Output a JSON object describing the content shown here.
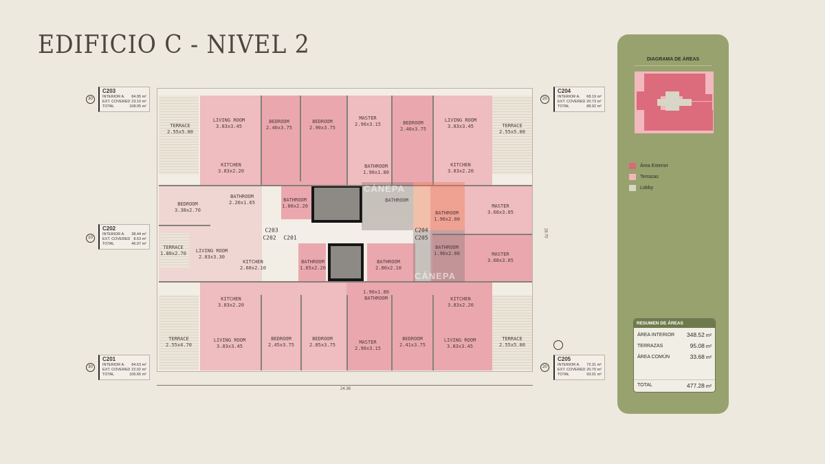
{
  "title": "EDIFICIO C - NIVEL 2",
  "rooms": [
    {
      "name": "TERRACE",
      "dim": "2.55x5.00"
    },
    {
      "name": "LIVING ROOM",
      "dim": "3.83x3.45"
    },
    {
      "name": "KITCHEN",
      "dim": "3.83x2.20"
    },
    {
      "name": "BEDROOM",
      "dim": "2.40x3.75"
    },
    {
      "name": "BEDROOM",
      "dim": "2.90x3.75"
    },
    {
      "name": "MASTER",
      "dim": "2.90x3.15"
    },
    {
      "name": "BATHROOM",
      "dim": "1.90x1.80"
    },
    {
      "name": "BEDROOM",
      "dim": "2.40x3.75"
    },
    {
      "name": "LIVING ROOM",
      "dim": "3.83x3.45"
    },
    {
      "name": "KITCHEN",
      "dim": "3.83x2.20"
    },
    {
      "name": "TERRACE",
      "dim": "2.55x5.00"
    },
    {
      "name": "BEDROOM",
      "dim": "3.38x2.70"
    },
    {
      "name": "BATHROOM",
      "dim": "2.20x1.65"
    },
    {
      "name": "TERRACE",
      "dim": "1.80x2.70"
    },
    {
      "name": "LIVING ROOM",
      "dim": "2.83x3.30"
    },
    {
      "name": "KITCHEN",
      "dim": "2.60x2.10"
    },
    {
      "name": "BATHROOM",
      "dim": "1.80x2.20"
    },
    {
      "name": "BATHROOM",
      "dim": ""
    },
    {
      "name": "BATHROOM",
      "dim": "1.90x2.00"
    },
    {
      "name": "BATHROOM",
      "dim": "1.90x2.00"
    },
    {
      "name": "MASTER",
      "dim": "3.68x3.05"
    },
    {
      "name": "MASTER",
      "dim": "3.68x3.05"
    },
    {
      "name": "BATHROOM",
      "dim": "1.65x2.20"
    },
    {
      "name": "BATHROOM",
      "dim": "2.80x2.10"
    },
    {
      "name": "BATHROOM",
      "dim": "1.90x1.80"
    },
    {
      "name": "KITCHEN",
      "dim": "3.83x2.20"
    },
    {
      "name": "TERRACE",
      "dim": "2.55x4.70"
    },
    {
      "name": "LIVING ROOM",
      "dim": "3.83x3.45"
    },
    {
      "name": "BEDROOM",
      "dim": "2.45x3.75"
    },
    {
      "name": "BEDROOM",
      "dim": "2.85x3.75"
    },
    {
      "name": "MASTER",
      "dim": "2.90x3.15"
    },
    {
      "name": "BEDROOM",
      "dim": "2.41x3.75"
    },
    {
      "name": "KITCHEN",
      "dim": "3.83x2.20"
    },
    {
      "name": "LIVING ROOM",
      "dim": "3.83x3.45"
    },
    {
      "name": "TERRACE",
      "dim": "2.55x5.00"
    }
  ],
  "unit_markers": {
    "c203": "C203",
    "c202": "C202",
    "c201": "C201",
    "c204": "C204",
    "c205": "C205"
  },
  "dimensions": {
    "width": "24.36",
    "height": "18.70"
  },
  "watermark": "CÁNEPA",
  "units": [
    {
      "id": "C203",
      "badge": "30",
      "interior_label": "INTERIOR A.",
      "interior": "84.95",
      "ext_label": "EXT. COVERED",
      "ext": "23.10",
      "total_label": "TOTAL",
      "total": "108.05",
      "unit": "m²"
    },
    {
      "id": "C202",
      "badge": "10",
      "interior_label": "INTERIOR A.",
      "interior": "38.44",
      "ext_label": "EXT. COVERED",
      "ext": "8.53",
      "total_label": "TOTAL",
      "total": "46.97",
      "unit": "m²"
    },
    {
      "id": "C201",
      "badge": "30",
      "interior_label": "INTERIOR A.",
      "interior": "84.63",
      "ext_label": "EXT. COVERED",
      "ext": "22.02",
      "total_label": "TOTAL",
      "total": "106.65",
      "unit": "m²"
    },
    {
      "id": "C204",
      "badge": "20",
      "interior_label": "INTERIOR A.",
      "interior": "68.19",
      "ext_label": "EXT. COVERED",
      "ext": "20.73",
      "total_label": "TOTAL",
      "total": "88.92",
      "unit": "m²"
    },
    {
      "id": "C205",
      "badge": "20",
      "interior_label": "INTERIOR A.",
      "interior": "72.31",
      "ext_label": "EXT. COVERED",
      "ext": "20.70",
      "total_label": "TOTAL",
      "total": "93.01",
      "unit": "m²"
    }
  ],
  "panel": {
    "diagram_title": "DIAGRAMA DE ÁREAS",
    "legend": [
      {
        "label": "Área Exterior",
        "color": "#d9687a"
      },
      {
        "label": "Terrazas",
        "color": "#f2b7b8"
      },
      {
        "label": "Lobby",
        "color": "#d8d6c6"
      }
    ],
    "summary": {
      "title": "RESUMEN DE ÁREAS",
      "rows": [
        {
          "label": "ÁREA INTERIOR",
          "value": "348.52",
          "unit": "m²"
        },
        {
          "label": "TERRAZAS",
          "value": "95.08",
          "unit": "m²"
        },
        {
          "label": "ÁREA COMÚN",
          "value": "33.68",
          "unit": "m²"
        }
      ],
      "total_label": "TOTAL",
      "total_value": "477.28",
      "total_unit": "m²"
    }
  }
}
